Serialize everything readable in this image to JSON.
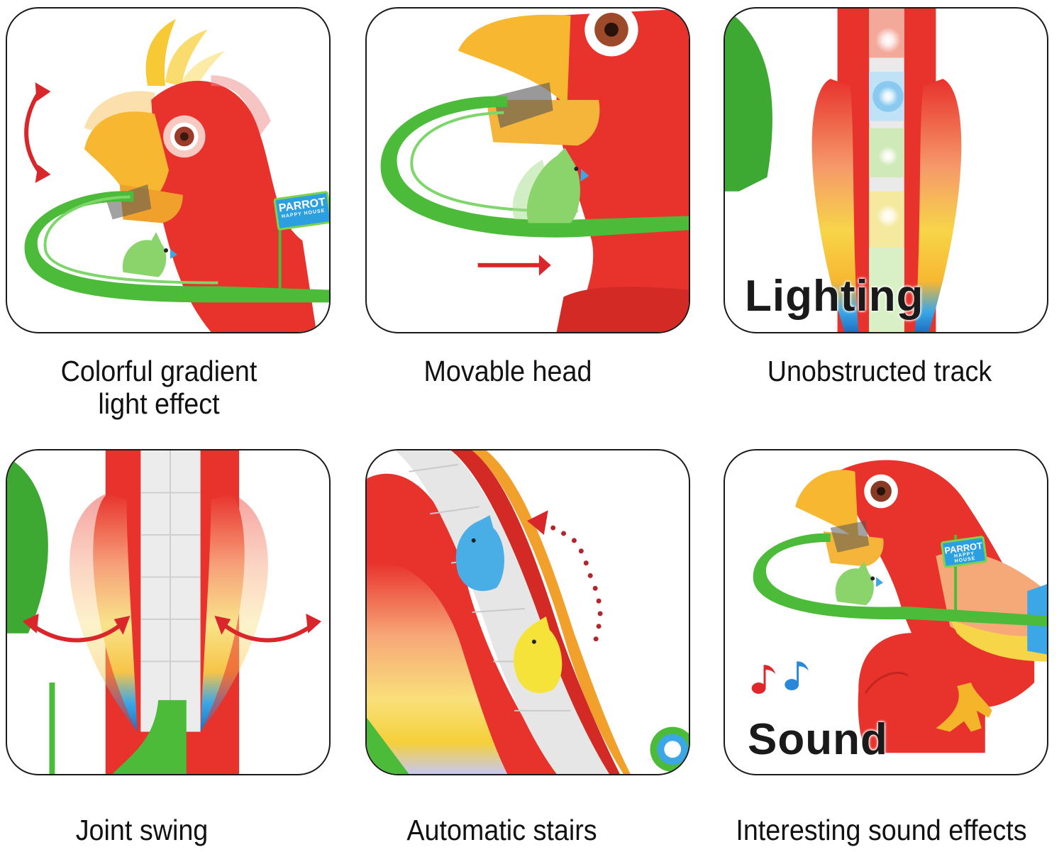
{
  "panels": [
    {
      "id": "movable-head-visual",
      "caption": "Colorful gradient\nlight effect",
      "caption_lines": [
        "Colorful gradient",
        "light effect"
      ],
      "flag_title": "PARROT",
      "flag_sub": "HAPPY HOUSE"
    },
    {
      "id": "track-visual",
      "caption": "Movable head",
      "caption_lines": [
        "Movable head"
      ]
    },
    {
      "id": "lighting-visual",
      "caption": "Unobstructed track",
      "caption_lines": [
        "Unobstructed track"
      ],
      "overlay_label": "Lighting"
    },
    {
      "id": "wings-visual",
      "caption": "Joint swing",
      "caption_lines": [
        "Joint swing"
      ]
    },
    {
      "id": "stairs-visual",
      "caption": "Automatic stairs",
      "caption_lines": [
        "Automatic stairs"
      ]
    },
    {
      "id": "sound-visual",
      "caption": "Interesting sound effects",
      "caption_lines": [
        "Interesting sound effects"
      ],
      "overlay_label": "Sound",
      "flag_title": "PARROT",
      "flag_sub": "HAPPY HOUSE"
    }
  ],
  "colors": {
    "parrot_red": "#e8322c",
    "beak_yellow": "#f7b731",
    "track_green": "#4cbb3a",
    "arrow_red": "#d9262a",
    "light_blue": "#3ba7e6",
    "border": "#1a1a1a"
  }
}
